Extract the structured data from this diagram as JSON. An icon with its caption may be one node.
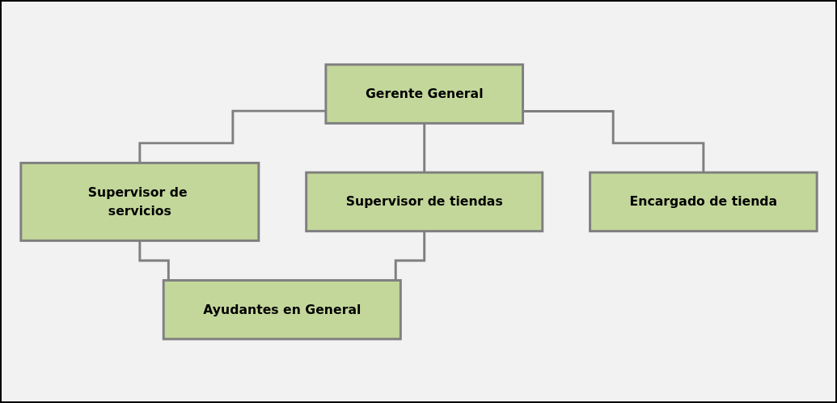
{
  "diagram": {
    "nodes": [
      {
        "text": [
          "Gerente General"
        ]
      },
      {
        "text": [
          "Supervisor de servicios"
        ]
      },
      {
        "text": [
          "Supervisor de tiendas"
        ]
      },
      {
        "text": [
          "Encargado de tienda"
        ]
      },
      {
        "text": [
          "Ayudantes en General"
        ]
      }
    ],
    "edges": [
      {
        "from": 0,
        "to": 1,
        "arrow": "none"
      },
      {
        "from": 0,
        "to": 2,
        "arrow": "none"
      },
      {
        "from": 0,
        "to": 3,
        "arrow": "none"
      },
      {
        "from": 1,
        "to": 4,
        "arrow": "none"
      },
      {
        "from": 2,
        "to": 4,
        "arrow": "none"
      }
    ]
  }
}
